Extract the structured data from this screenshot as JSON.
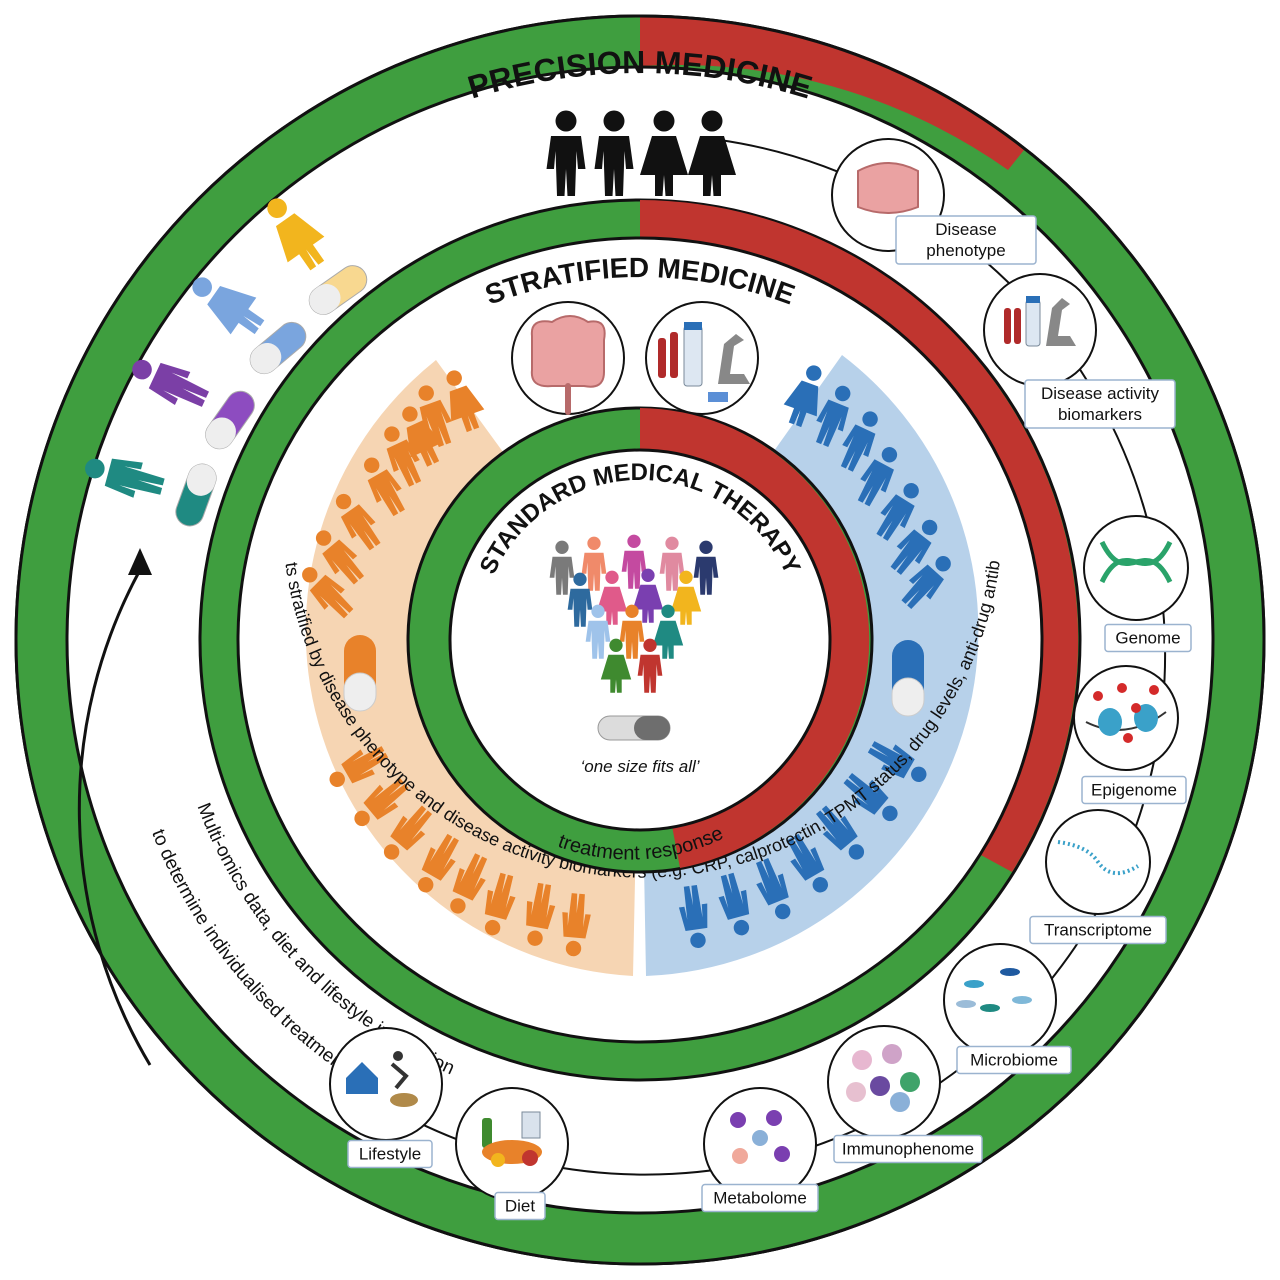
{
  "titles": {
    "outer": "PRECISION MEDICINE",
    "middle": "STRATIFIED MEDICINE",
    "inner": "STANDARD MEDICAL THERAPY"
  },
  "inner": {
    "slogan": "‘one size fits all’",
    "response_label": "treatment response"
  },
  "stratified_caption": "Patients stratified by disease phenotype and disease activity biomarkers (e.g. CRP, calprotectin, TPMT status, drug levels, anti-drug antibodies)",
  "multiomics_caption": {
    "line1": "Multi-omics data, diet and lifestyle integration",
    "line2": "to determine individualised treatment selection"
  },
  "omics": [
    {
      "id": "disease-phenotype",
      "lines": [
        "Disease",
        "phenotype"
      ],
      "icon": "intestine-icon"
    },
    {
      "id": "disease-activity",
      "lines": [
        "Disease activity",
        "biomarkers"
      ],
      "icon": "lab-tubes-microscope-icon"
    },
    {
      "id": "genome",
      "lines": [
        "Genome"
      ],
      "icon": "dna-icon"
    },
    {
      "id": "epigenome",
      "lines": [
        "Epigenome"
      ],
      "icon": "nucleosome-icon"
    },
    {
      "id": "transcriptome",
      "lines": [
        "Transcriptome"
      ],
      "icon": "rna-icon"
    },
    {
      "id": "microbiome",
      "lines": [
        "Microbiome"
      ],
      "icon": "bacteria-icon"
    },
    {
      "id": "immunophenome",
      "lines": [
        "Immunophenome"
      ],
      "icon": "immune-cells-icon"
    },
    {
      "id": "metabolome",
      "lines": [
        "Metabolome"
      ],
      "icon": "metabolites-icon"
    },
    {
      "id": "diet",
      "lines": [
        "Diet"
      ],
      "icon": "food-icon"
    },
    {
      "id": "lifestyle",
      "lines": [
        "Lifestyle"
      ],
      "icon": "lifestyle-icon"
    }
  ],
  "colors": {
    "green": "#3f9e3f",
    "red": "#c0352f",
    "orange": "#e8822a",
    "orange_band": "#f6d5b3",
    "blue": "#2a6fb7",
    "blue_band": "#b7d1ea",
    "outline": "#111111"
  }
}
